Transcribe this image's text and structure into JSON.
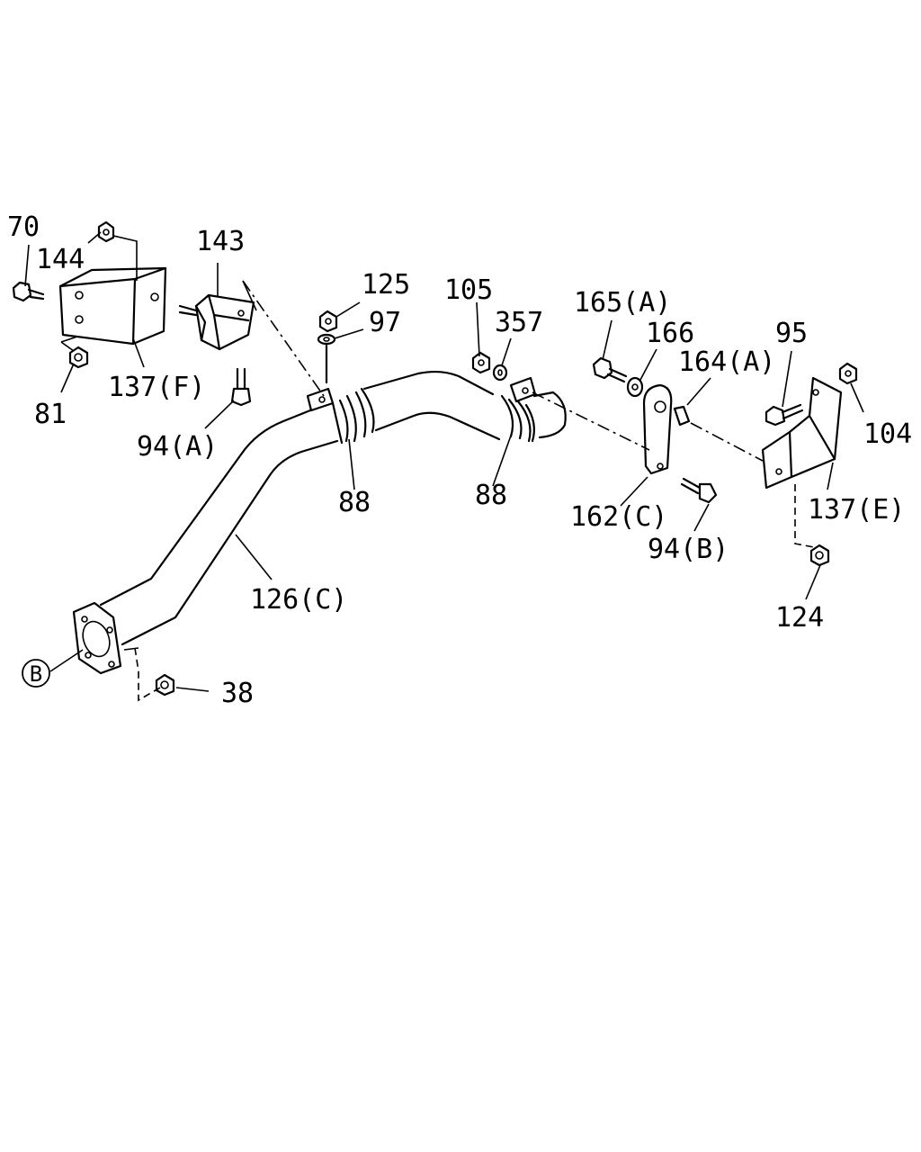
{
  "labels": {
    "l70": "70",
    "l144": "144",
    "l143": "143",
    "l137f": "137(F)",
    "l81": "81",
    "l94a": "94(A)",
    "l125": "125",
    "l97": "97",
    "l105": "105",
    "l357": "357",
    "l88a": "88",
    "l88b": "88",
    "l165a": "165(A)",
    "l166": "166",
    "l164a": "164(A)",
    "l95": "95",
    "l104": "104",
    "l162c": "162(C)",
    "l94b": "94(B)",
    "l137e": "137(E)",
    "l124": "124",
    "l126c": "126(C)",
    "lB": "B",
    "l38": "38"
  }
}
